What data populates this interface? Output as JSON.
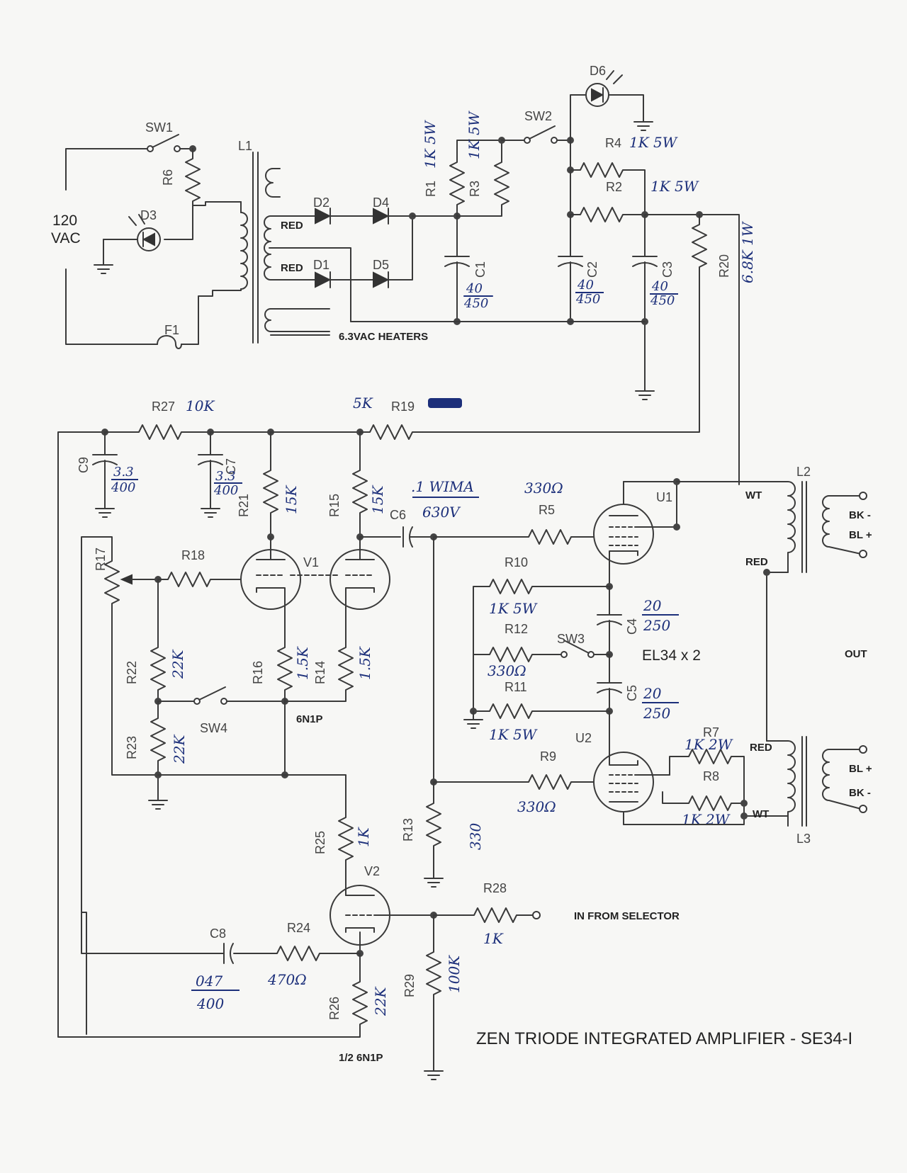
{
  "title": "ZEN TRIODE INTEGRATED AMPLIFIER - SE34-I",
  "power": {
    "mains": [
      "120",
      "VAC"
    ],
    "heaters": "6.3VAC HEATERS",
    "red_a": "RED",
    "red_b": "RED"
  },
  "designators": {
    "SW1": "SW1",
    "SW2": "SW2",
    "SW3": "SW3",
    "SW4": "SW4",
    "L1": "L1",
    "L2": "L2",
    "L3": "L3",
    "R1": "R1",
    "R2": "R2",
    "R3": "R3",
    "R4": "R4",
    "R5": "R5",
    "R6": "R6",
    "R7": "R7",
    "R8": "R8",
    "R9": "R9",
    "R10": "R10",
    "R11": "R11",
    "R12": "R12",
    "R13": "R13",
    "R14": "R14",
    "R15": "R15",
    "R16": "R16",
    "R17": "R17",
    "R18": "R18",
    "R19": "R19",
    "R20": "R20",
    "R21": "R21",
    "R22": "R22",
    "R23": "R23",
    "R24": "R24",
    "R25": "R25",
    "R26": "R26",
    "R27": "R27",
    "R28": "R28",
    "R29": "R29",
    "C1": "C1",
    "C2": "C2",
    "C3": "C3",
    "C4": "C4",
    "C5": "C5",
    "C6": "C6",
    "C7": "C7",
    "C8": "C8",
    "C9": "C9",
    "D1": "D1",
    "D2": "D2",
    "D3": "D3",
    "D4": "D4",
    "D5": "D5",
    "D6": "D6",
    "F1": "F1",
    "U1": "U1",
    "U2": "U2",
    "V1": "V1",
    "V2": "V2"
  },
  "handwritten": {
    "R1": "1K 5W",
    "R3": "1K 5W",
    "R4": "1K 5W",
    "R2": "1K 5W",
    "R20": "6.8K 1W",
    "C1": [
      "40",
      "450"
    ],
    "C2": [
      "40",
      "450"
    ],
    "C3": [
      "40",
      "450"
    ],
    "R27": "10K",
    "R19": "5K",
    "C9": [
      "3.3",
      "400"
    ],
    "C7": [
      "3.3",
      "400"
    ],
    "R21": "15K",
    "R15": "15K",
    "C6": [
      ".1 WIMA",
      "630V"
    ],
    "R5": "330Ω",
    "R10": "1K 5W",
    "C4": [
      "20",
      "250"
    ],
    "R12": "330Ω",
    "C5": [
      "20",
      "250"
    ],
    "R11": "1K 5W",
    "R7": "1K 2W",
    "R8": "1K 2W",
    "R9": "330Ω",
    "R13": "330",
    "R22": "22K",
    "R23": "22K",
    "R16": "1.5K",
    "R14": "1.5K",
    "R25": "1K",
    "R28": "1K",
    "R29": "100K",
    "R26": "22K",
    "R24": "470Ω",
    "C8": [
      "047",
      "400"
    ]
  },
  "wire_labels": {
    "wt1": "WT",
    "red1": "RED",
    "red2": "RED",
    "wt2": "WT"
  },
  "output": {
    "bk_minus_1": "BK -",
    "bl_plus_1": "BL +",
    "bl_plus_2": "BL +",
    "bk_minus_2": "BK -",
    "out": "OUT"
  },
  "tube_labels": {
    "el34": "EL34 x 2",
    "v1_type": "6N1P",
    "v2_type": "1/2 6N1P"
  },
  "input_label": "IN FROM SELECTOR"
}
